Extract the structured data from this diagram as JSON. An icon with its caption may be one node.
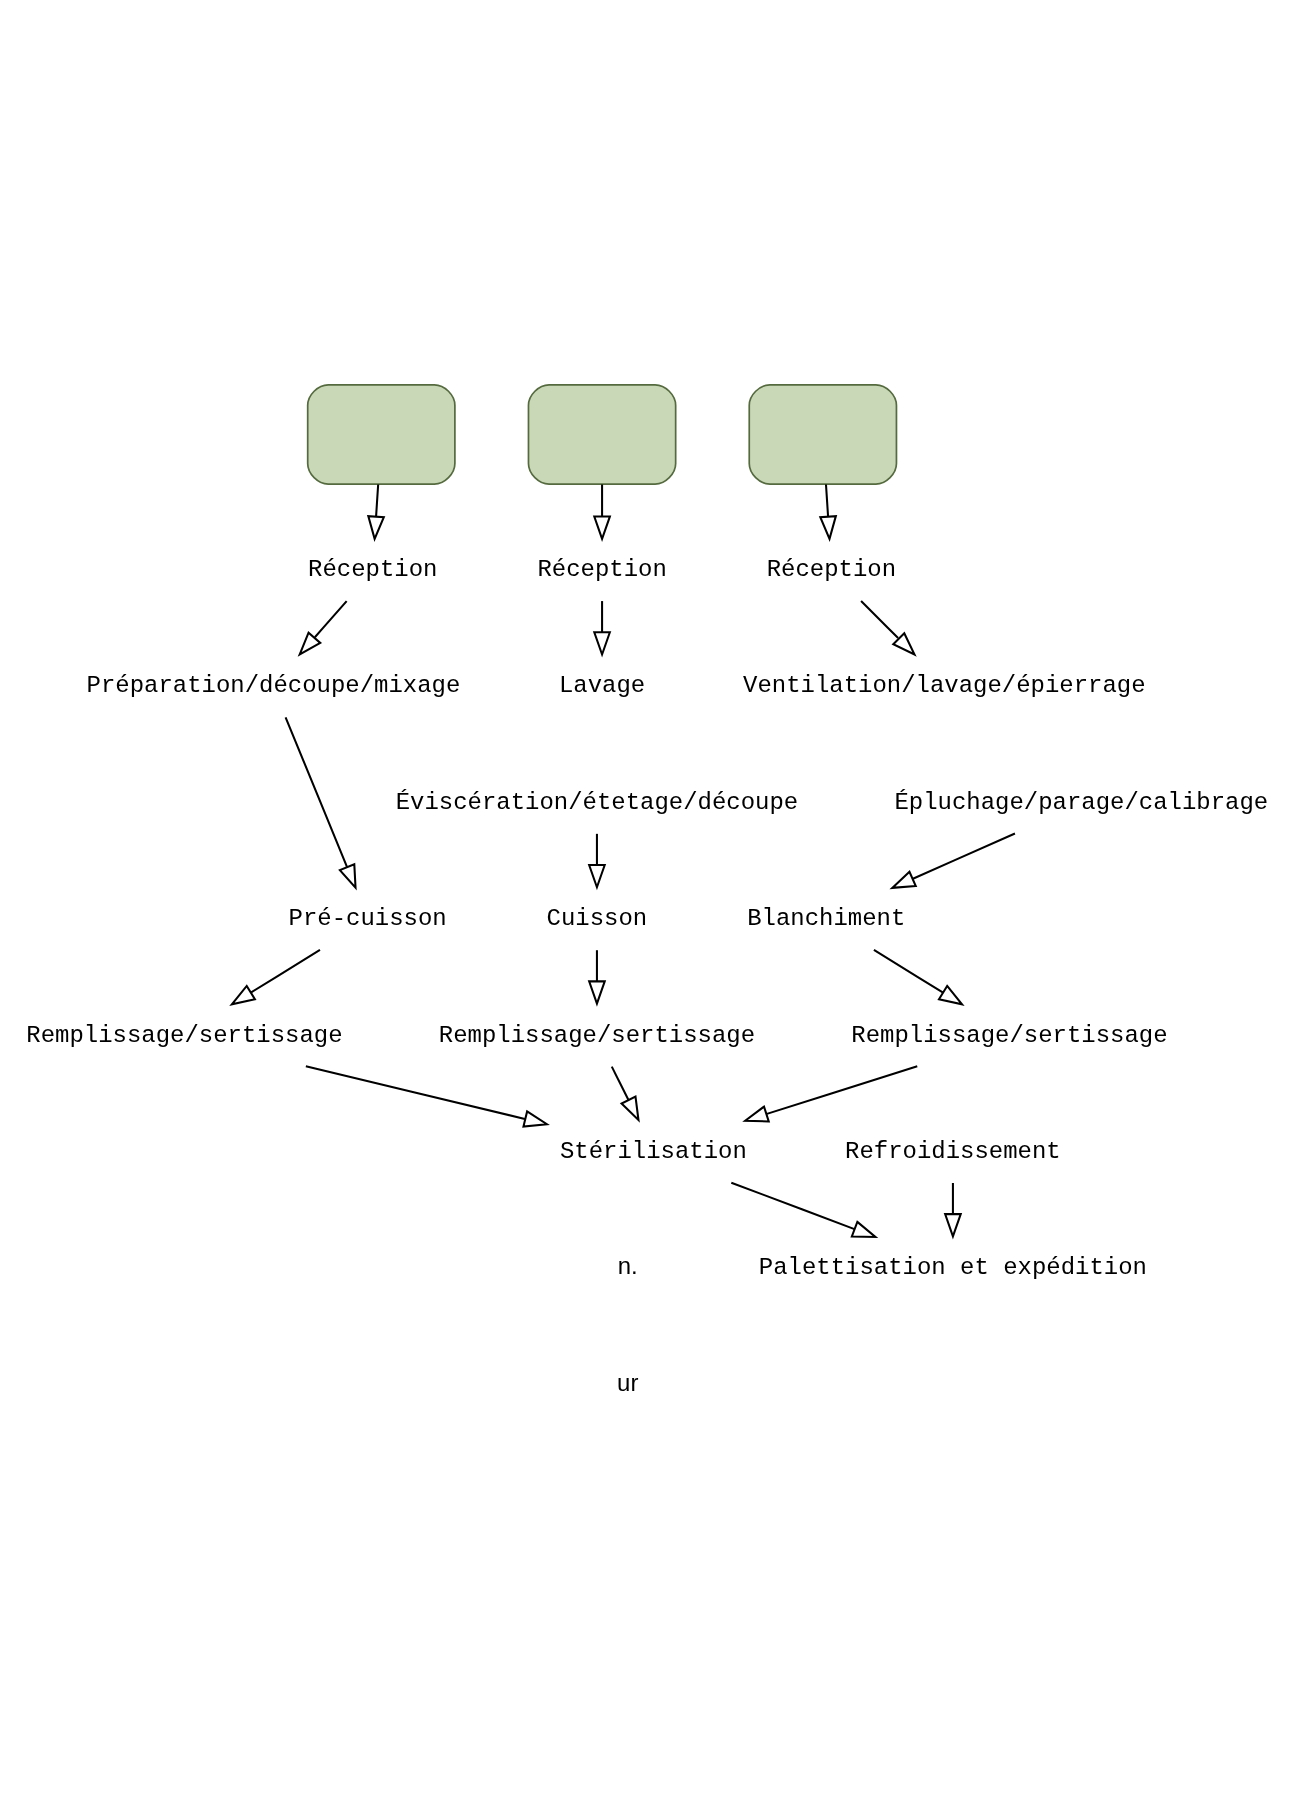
{
  "diagram": {
    "nodes": [
      {
        "text": [],
        "shape": "box"
      },
      {
        "text": [],
        "shape": "box"
      },
      {
        "text": [],
        "shape": "box"
      },
      {
        "text": [
          "Réception"
        ]
      },
      {
        "text": [
          "Réception"
        ]
      },
      {
        "text": [
          "Réception"
        ]
      },
      {
        "text": [
          "Préparation/découpe/mixage"
        ]
      },
      {
        "text": [
          "Lavage"
        ]
      },
      {
        "text": [
          "Ventilation/lavage/épierrage"
        ]
      },
      {
        "text": [
          "Éviscération/étetage/découpe"
        ]
      },
      {
        "text": [
          "Épluchage/parage/calibrage"
        ]
      },
      {
        "text": [
          "Pré-cuisson"
        ]
      },
      {
        "text": [
          "Cuisson"
        ]
      },
      {
        "text": [
          "Blanchiment"
        ]
      },
      {
        "text": [
          "Remplissage/sertissage"
        ]
      },
      {
        "text": [
          "Remplissage/sertissage"
        ]
      },
      {
        "text": [
          "Remplissage/sertissage"
        ]
      },
      {
        "text": [
          "Stérilisation"
        ]
      },
      {
        "text": [
          "Refroidissement"
        ]
      },
      {
        "text": [
          "Palettisation et expédition"
        ]
      }
    ],
    "edges": [
      {
        "from": 0,
        "to": 3,
        "arrow": "to"
      },
      {
        "from": 1,
        "to": 4,
        "arrow": "to"
      },
      {
        "from": 2,
        "to": 5,
        "arrow": "to"
      },
      {
        "from": 3,
        "to": 6,
        "arrow": "to"
      },
      {
        "from": 4,
        "to": 7,
        "arrow": "to"
      },
      {
        "from": 5,
        "to": 8,
        "arrow": "to"
      },
      {
        "from": 6,
        "to": 11,
        "arrow": "to"
      },
      {
        "from": 9,
        "to": 12,
        "arrow": "to"
      },
      {
        "from": 10,
        "to": 13,
        "arrow": "to"
      },
      {
        "from": 11,
        "to": 14,
        "arrow": "to"
      },
      {
        "from": 12,
        "to": 15,
        "arrow": "to"
      },
      {
        "from": 13,
        "to": 16,
        "arrow": "to"
      },
      {
        "from": 14,
        "to": 17,
        "arrow": "to"
      },
      {
        "from": 15,
        "to": 17,
        "arrow": "to"
      },
      {
        "from": 16,
        "to": 17,
        "arrow": "to"
      },
      {
        "from": 17,
        "to": 19,
        "arrow": "to"
      },
      {
        "from": 18,
        "to": 19,
        "arrow": "to"
      }
    ],
    "labels": [
      "n.",
      "ur"
    ]
  }
}
